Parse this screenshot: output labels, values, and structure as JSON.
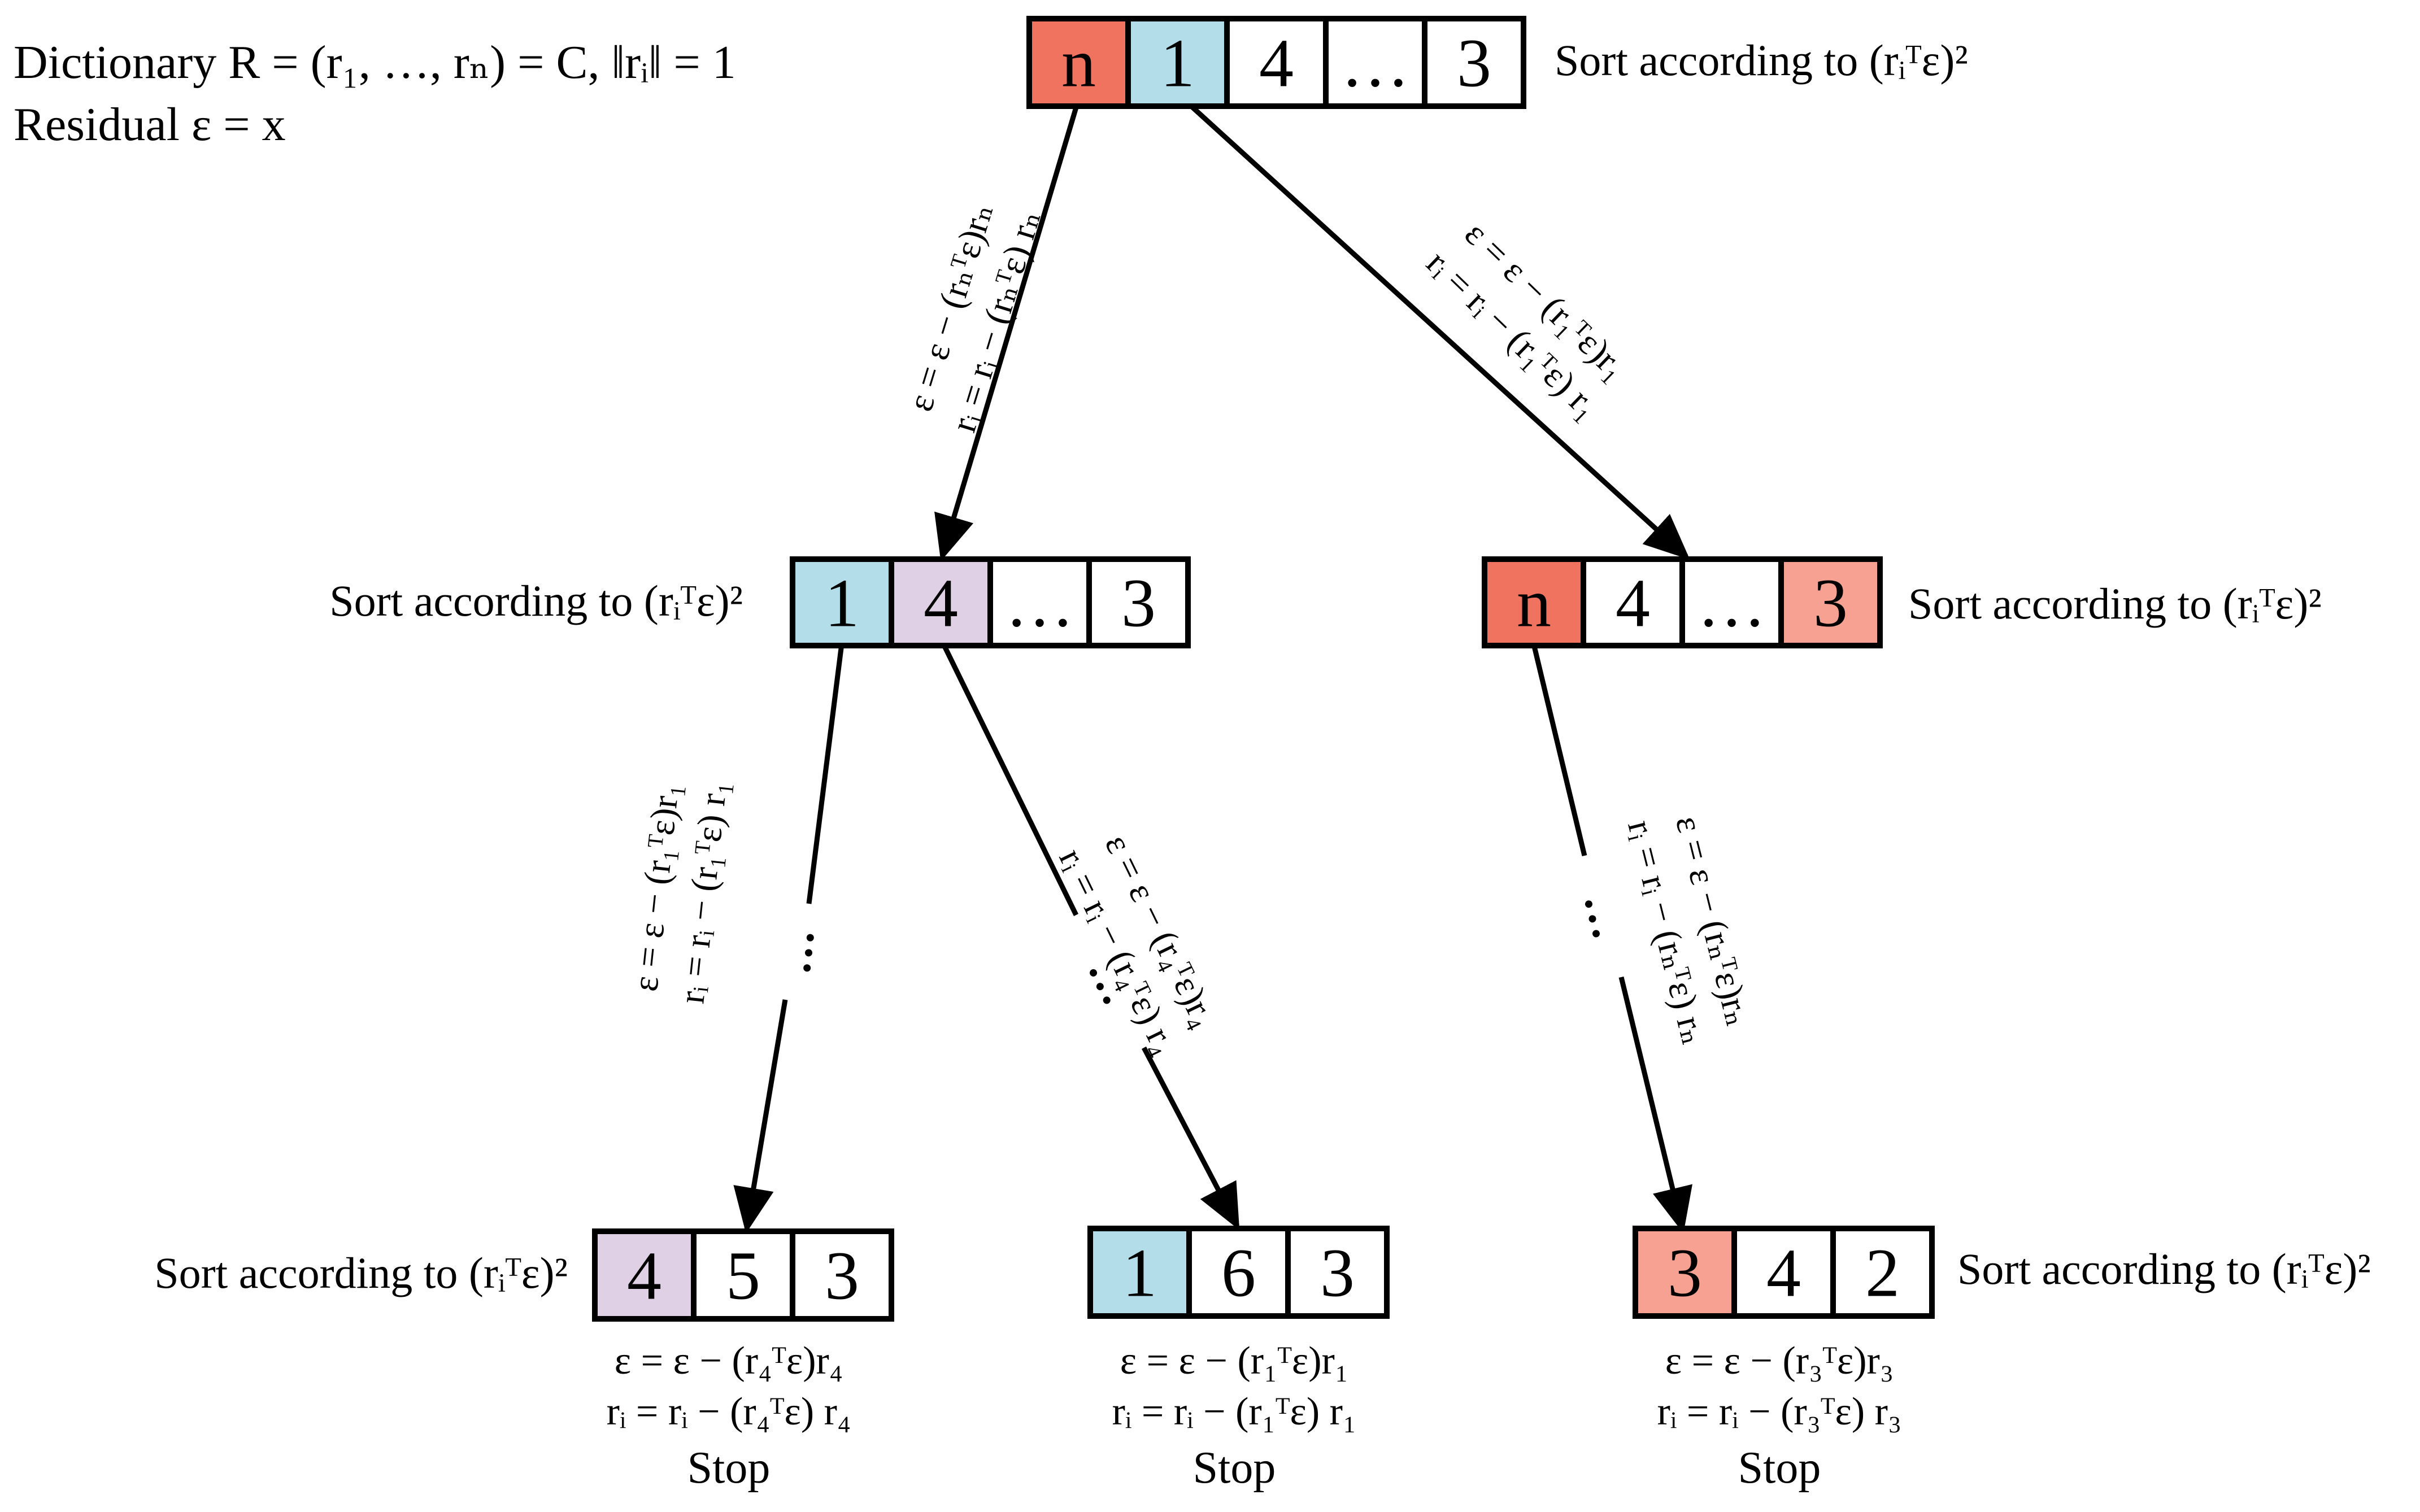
{
  "colors": {
    "red": "#f0735f",
    "light_red": "#f6a192",
    "blue": "#b3dde8",
    "purple": "#e0d0e5",
    "white": "#ffffff"
  },
  "header": {
    "line1": "Dictionary R = (r₁, …, rₙ) = C,  ‖rᵢ‖ = 1",
    "line2": "Residual ε = x"
  },
  "nodes": {
    "root": {
      "cells": [
        {
          "text": "n",
          "color": "red"
        },
        {
          "text": "1",
          "color": "blue"
        },
        {
          "text": "4",
          "color": "white"
        },
        {
          "text": "…",
          "color": "white"
        },
        {
          "text": "3",
          "color": "white"
        }
      ],
      "label": "Sort according to (rᵢᵀε)²"
    },
    "mid_left": {
      "cells": [
        {
          "text": "1",
          "color": "blue"
        },
        {
          "text": "4",
          "color": "purple"
        },
        {
          "text": "…",
          "color": "white"
        },
        {
          "text": "3",
          "color": "white"
        }
      ],
      "label": "Sort according to (rᵢᵀε)²"
    },
    "mid_right": {
      "cells": [
        {
          "text": "n",
          "color": "red"
        },
        {
          "text": "4",
          "color": "white"
        },
        {
          "text": "…",
          "color": "white"
        },
        {
          "text": "3",
          "color": "light_red"
        }
      ],
      "label": "Sort according to (rᵢᵀε)²"
    },
    "leaf_1": {
      "cells": [
        {
          "text": "4",
          "color": "purple"
        },
        {
          "text": "5",
          "color": "white"
        },
        {
          "text": "3",
          "color": "white"
        }
      ],
      "label": "Sort according to (rᵢᵀε)²",
      "eq1": "ε = ε − (r₄ᵀε)r₄",
      "eq2": "rᵢ = rᵢ − (r₄ᵀε) r₄",
      "stop": "Stop"
    },
    "leaf_2": {
      "cells": [
        {
          "text": "1",
          "color": "blue"
        },
        {
          "text": "6",
          "color": "white"
        },
        {
          "text": "3",
          "color": "white"
        }
      ],
      "eq1": "ε = ε − (r₁ᵀε)r₁",
      "eq2": "rᵢ = rᵢ − (r₁ᵀε) r₁",
      "stop": "Stop"
    },
    "leaf_3": {
      "cells": [
        {
          "text": "3",
          "color": "light_red"
        },
        {
          "text": "4",
          "color": "white"
        },
        {
          "text": "2",
          "color": "white"
        }
      ],
      "label": "Sort according to (rᵢᵀε)²",
      "eq1": "ε = ε − (r₃ᵀε)r₃",
      "eq2": "rᵢ = rᵢ − (r₃ᵀε) r₃",
      "stop": "Stop"
    }
  },
  "edges": {
    "root_to_mid_left": {
      "line1": "ε = ε − (rₙᵀε)rₙ",
      "line2": "rᵢ = rᵢ − (rₙᵀε) rₙ"
    },
    "root_to_mid_right": {
      "line1": "ε = ε − (r₁ᵀε)r₁",
      "line2": "rᵢ = rᵢ − (r₁ᵀε) r₁"
    },
    "mid_left_to_leaf_1": {
      "line1": "ε = ε − (r₁ᵀε)r₁",
      "line2": "rᵢ = rᵢ − (r₁ᵀε) r₁",
      "ellipsis": "…"
    },
    "mid_left_to_leaf_2": {
      "line1": "ε = ε − (r₄ᵀε)r₄",
      "line2": "rᵢ = rᵢ − (r₄ᵀε) r₄",
      "ellipsis": "…"
    },
    "mid_right_to_leaf_3": {
      "line1": "ε = ε − (rₙᵀε)rₙ",
      "line2": "rᵢ = rᵢ − (rₙᵀε) rₙ",
      "ellipsis": "…"
    }
  }
}
